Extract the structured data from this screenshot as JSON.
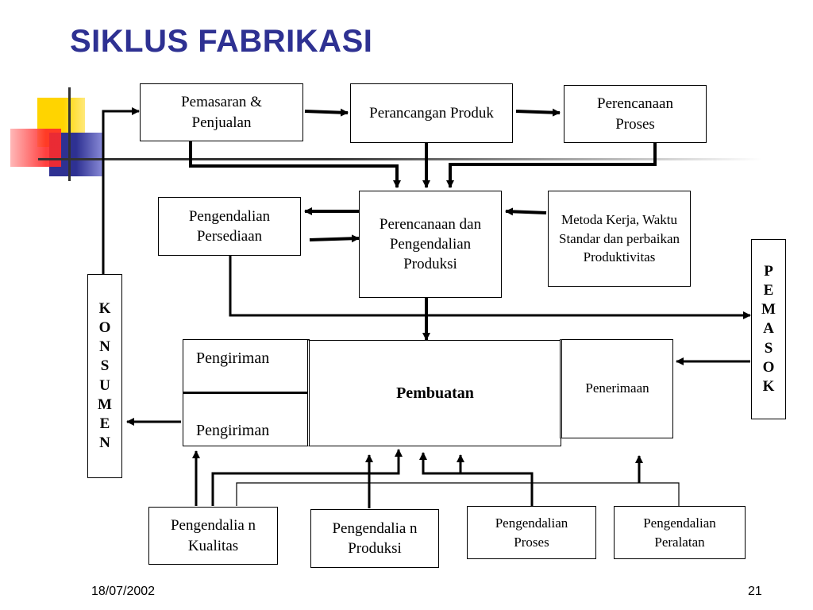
{
  "title": "SIKLUS FABRIKASI",
  "boxes": {
    "pemasaran": "Pemasaran & Penjualan",
    "perancangan": "Perancangan Produk",
    "perencanaan_proses": "Perencanaan Proses",
    "pengendalian_persediaan": "Pengendalian Persediaan",
    "ppp": "Perencanaan dan Pengendalian Produksi",
    "metoda": "Metoda Kerja, Waktu Standar dan perbaikan Produktivitas",
    "konsumen": "K O N S U M E N",
    "pemasok": "P E M A S O K",
    "pengiriman_top": "Pengiriman",
    "pengiriman_bottom": "Pengiriman",
    "pembuatan": "Pembuatan",
    "penerimaan": "Penerimaan",
    "kualitas": "Pengendalia n Kualitas",
    "produksi": "Pengendalia n Produksi",
    "proses": "Pengendalian Proses",
    "peralatan": "Pengendalian Peralatan"
  },
  "footer": {
    "date": "18/07/2002",
    "page": "21"
  },
  "colors": {
    "title": "#2e3192",
    "deco_yellow": "#ffd400",
    "deco_blue": "#2e3192",
    "deco_red": "#ff2a2a"
  }
}
